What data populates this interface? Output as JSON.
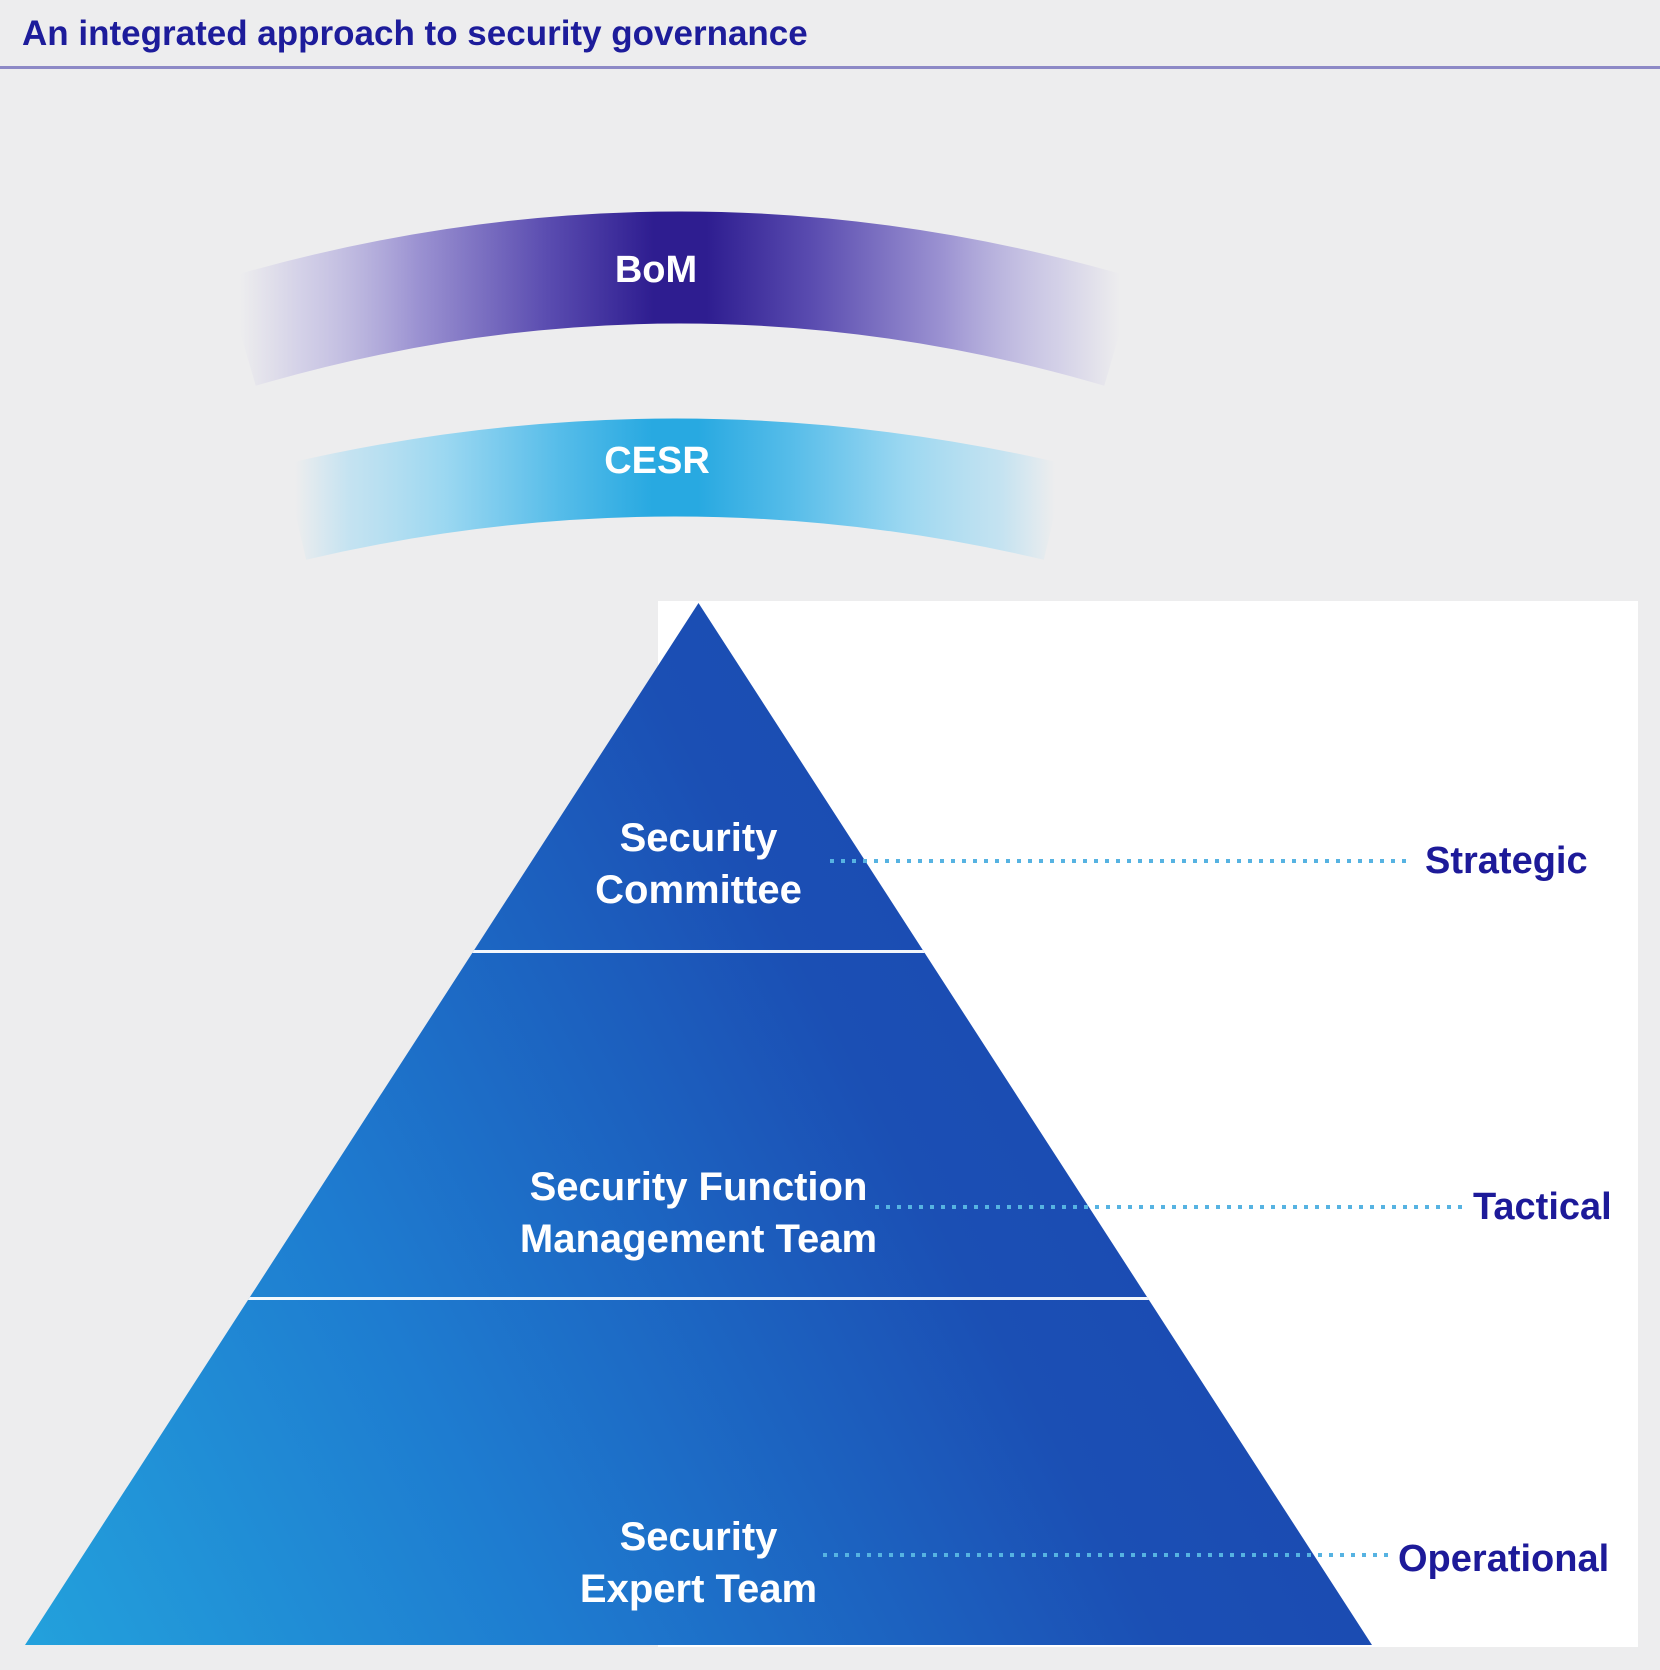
{
  "title": "An integrated approach to security governance",
  "arcs": {
    "bom": {
      "label": "BoM"
    },
    "cesr": {
      "label": "CESR"
    }
  },
  "pyramid": {
    "levels": [
      {
        "line1": "Security",
        "line2": "Committee",
        "tier": "Strategic"
      },
      {
        "line1": "Security Function",
        "line2": "Management Team",
        "tier": "Tactical"
      },
      {
        "line1": "Security",
        "line2": "Expert Team",
        "tier": "Operational"
      }
    ]
  },
  "colors": {
    "background": "#ededee",
    "panel": "#ffffff",
    "title_text": "#1d1c9b",
    "divider": "#8d89c6",
    "tier_label_text": "#1d1a99",
    "dotted_line": "#56b3e2",
    "level_text": "#ffffff",
    "pyramid_bottom_left": "#23a1dc",
    "pyramid_mid": "#1e7cd0",
    "pyramid_top": "#1b4fb4",
    "pyramid_apex": "#1c43ae",
    "bom_center": "#2e1d90",
    "bom_inner": "#5a4cb0",
    "bom_mid": "#9c93d2",
    "bom_edge": "#beb9e2",
    "cesr_center": "#28a9e1",
    "cesr_inner": "#55bce9",
    "cesr_mid": "#9ad7f1",
    "cesr_edge": "#aadcf3"
  }
}
